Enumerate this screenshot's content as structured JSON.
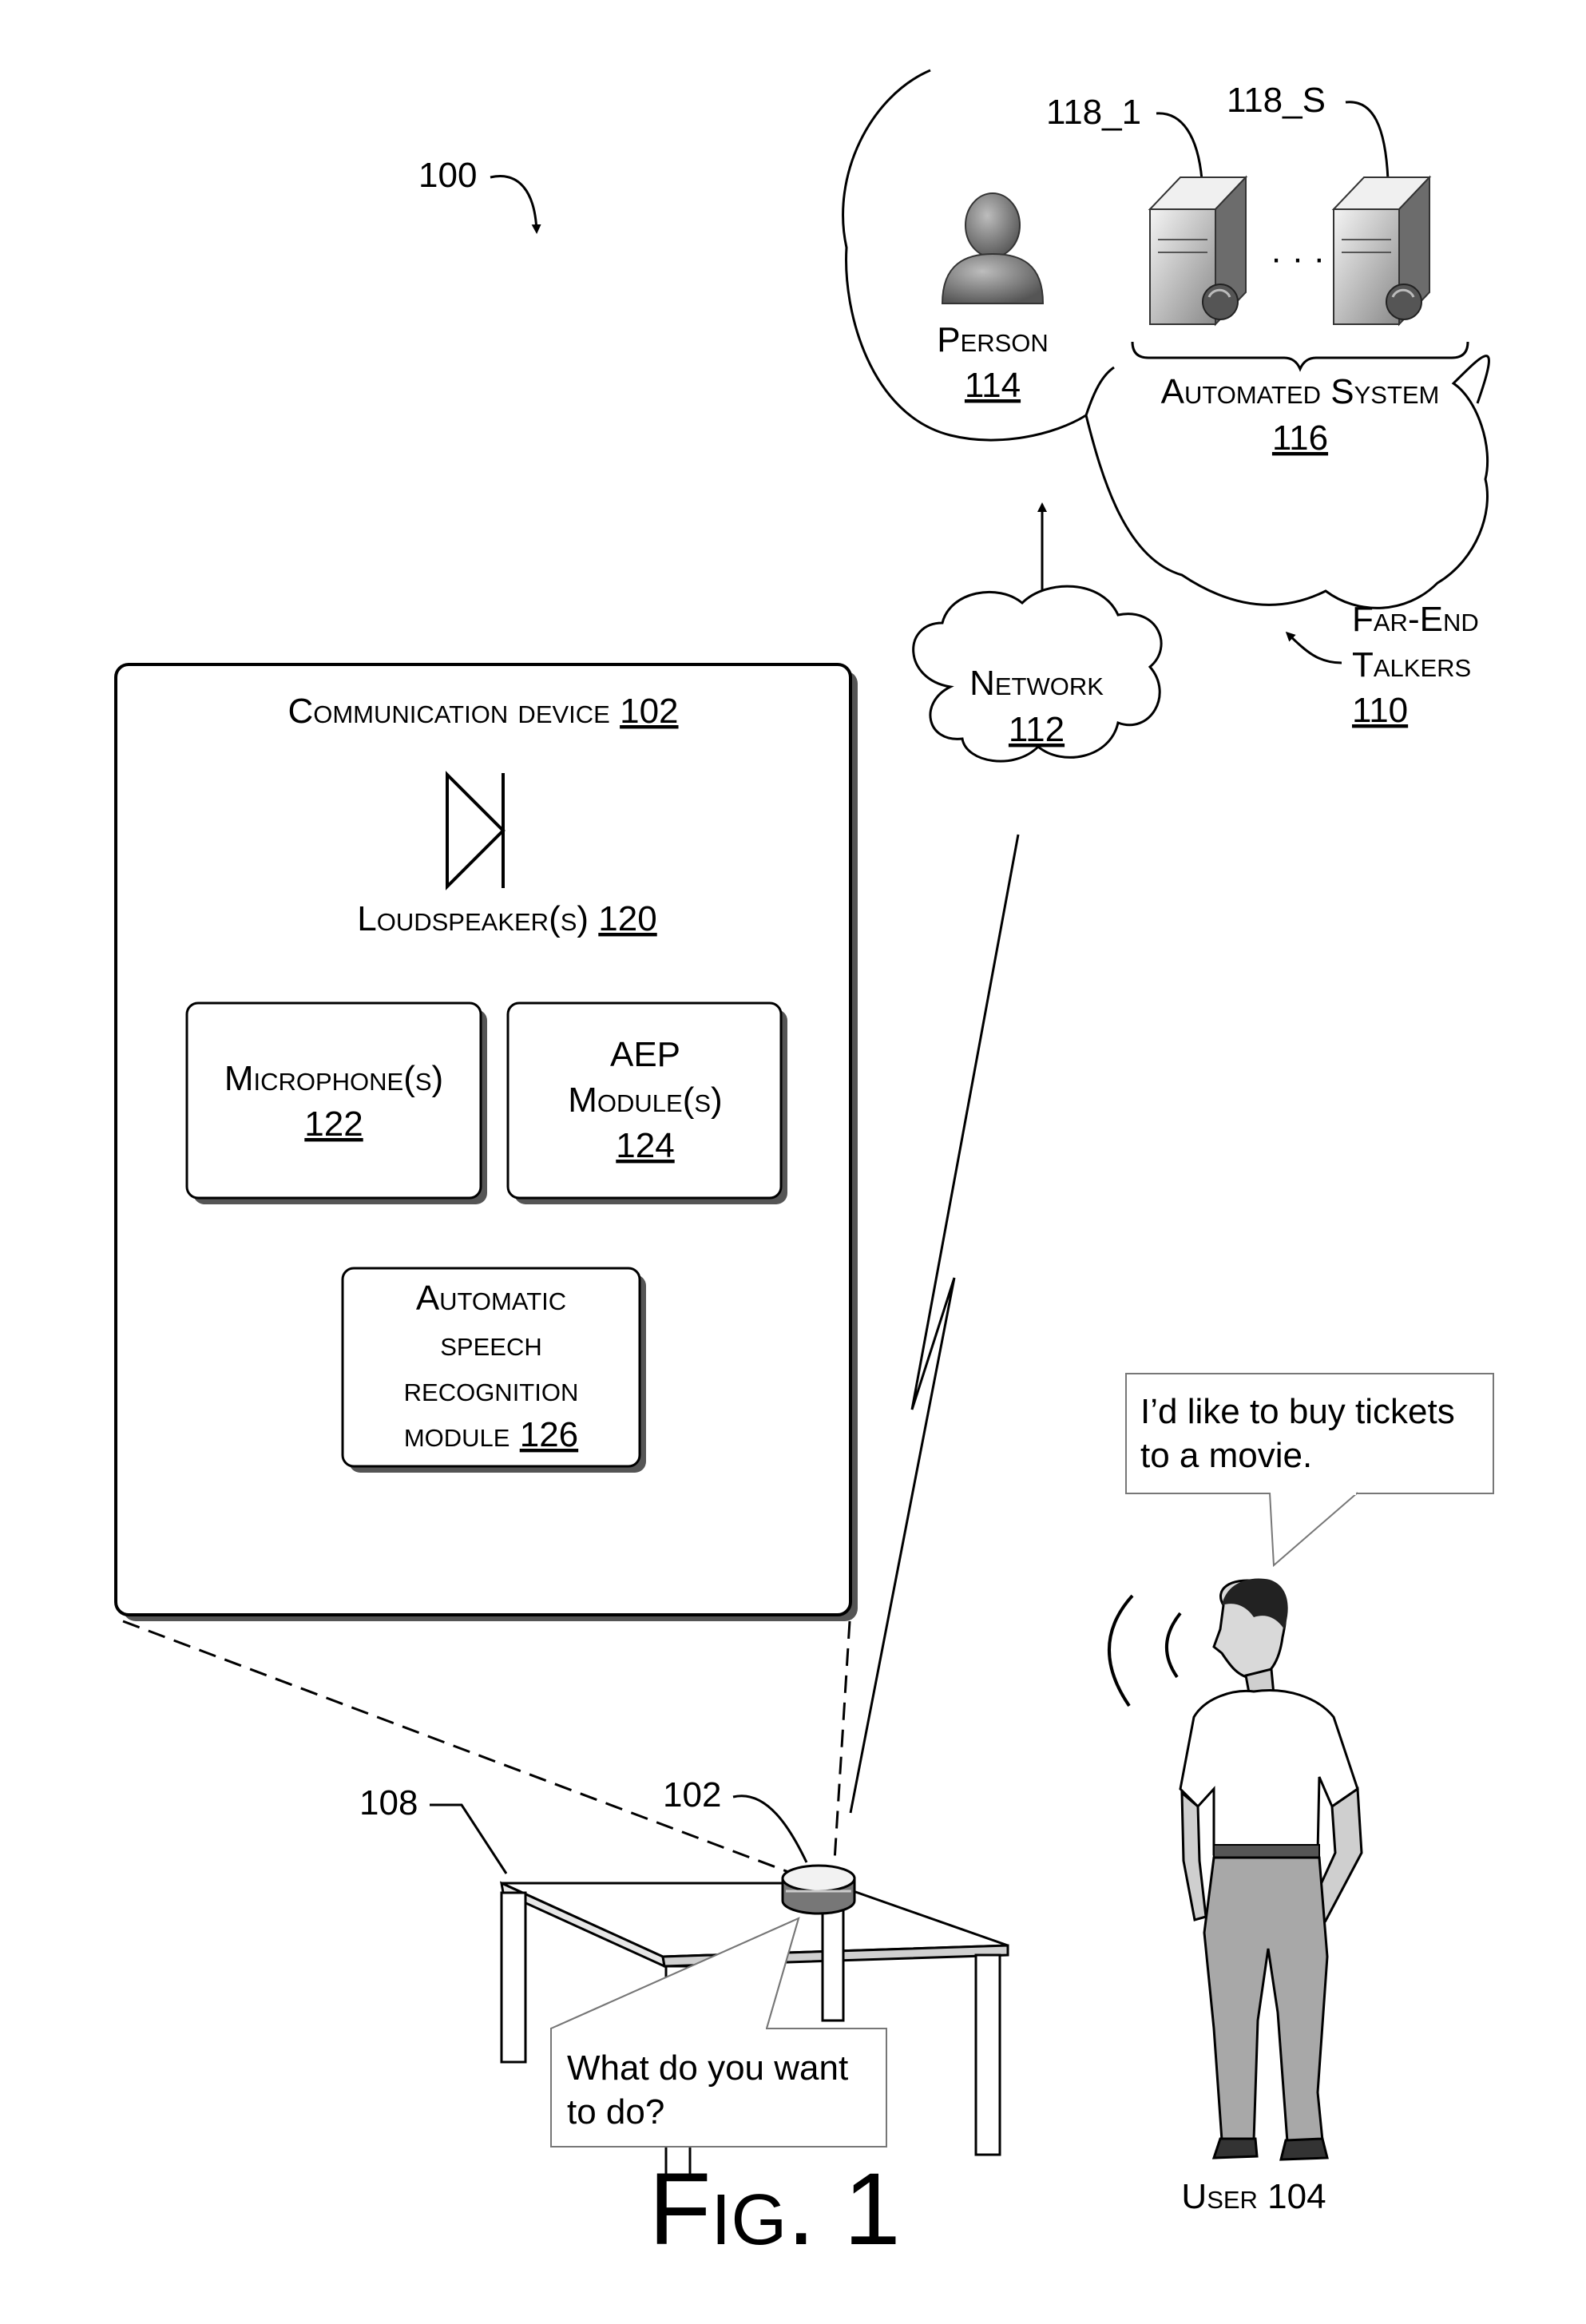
{
  "ref_100": "100",
  "far_end": {
    "person_label": "Person",
    "person_ref": "114",
    "server_first_ref": "118_1",
    "server_last_ref": "118_S",
    "ellipsis": "· · ·",
    "system_label": "Automated System",
    "system_ref": "116",
    "talkers_label_1": "Far-End",
    "talkers_label_2": "Talkers",
    "talkers_ref": "110"
  },
  "network": {
    "label": "Network",
    "ref": "112"
  },
  "device": {
    "title": "Communication device",
    "title_ref": "102",
    "loudspeaker_label": "Loudspeaker(s)",
    "loudspeaker_ref": "120",
    "mic_label": "Microphone(s)",
    "mic_ref": "122",
    "aep_line1": "AEP",
    "aep_line2": "Module(s)",
    "aep_ref": "124",
    "asr_line1": "Automatic",
    "asr_line2": "speech",
    "asr_line3": "recognition",
    "asr_line4": "module",
    "asr_ref": "126"
  },
  "scene": {
    "table_ref": "108",
    "device_ref": "102",
    "device_bubble_1": "What do you want",
    "device_bubble_2": "to do?",
    "user_bubble_1": "I’d like to buy tickets",
    "user_bubble_2": "to a movie.",
    "user_label": "User 104"
  },
  "figure_label": "Fig. 1"
}
